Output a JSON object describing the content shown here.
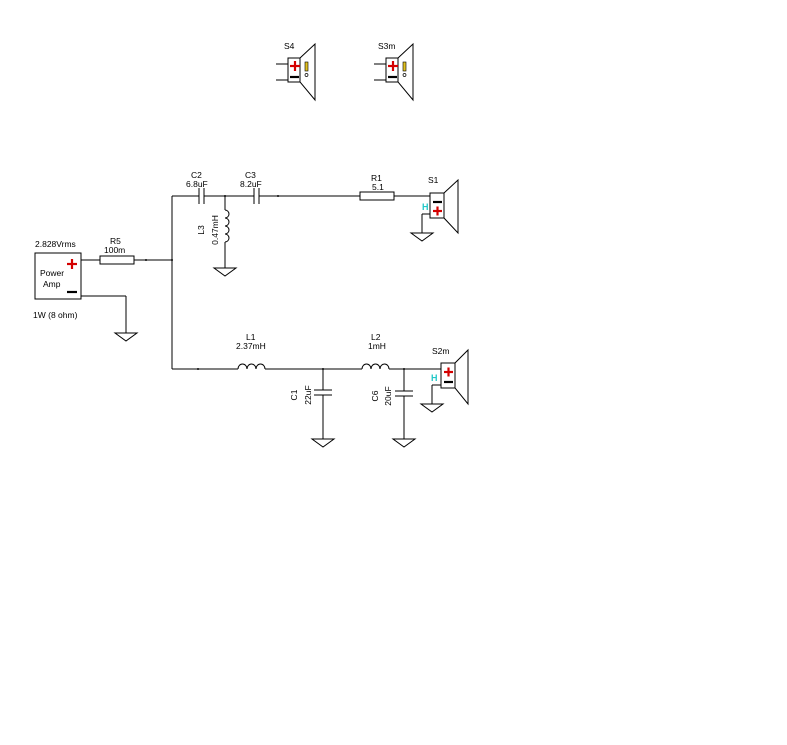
{
  "speakers": {
    "s4": {
      "name": "S4"
    },
    "s3m": {
      "name": "S3m"
    },
    "s1": {
      "name": "S1"
    },
    "s2m": {
      "name": "S2m"
    }
  },
  "amp": {
    "voltage": "2.828Vrms",
    "line1": "Power",
    "line2": "Amp",
    "power": "1W (8 ohm)"
  },
  "components": {
    "r5": {
      "name": "R5",
      "value": "100m"
    },
    "c2": {
      "name": "C2",
      "value": "6.8uF"
    },
    "c3": {
      "name": "C3",
      "value": "8.2uF"
    },
    "l3": {
      "name": "L3",
      "value": "0.47mH"
    },
    "r1": {
      "name": "R1",
      "value": "5.1"
    },
    "l1": {
      "name": "L1",
      "value": "2.37mH"
    },
    "l2": {
      "name": "L2",
      "value": "1mH"
    },
    "c1": {
      "name": "C1",
      "value": "22uF"
    },
    "c6": {
      "name": "C6",
      "value": "20uF"
    }
  },
  "marks": {
    "plus": "+",
    "minus": "−",
    "h": "H"
  },
  "colors": {
    "wire": "#000000",
    "positive": "#d40000",
    "marker": "#22c8c8"
  }
}
